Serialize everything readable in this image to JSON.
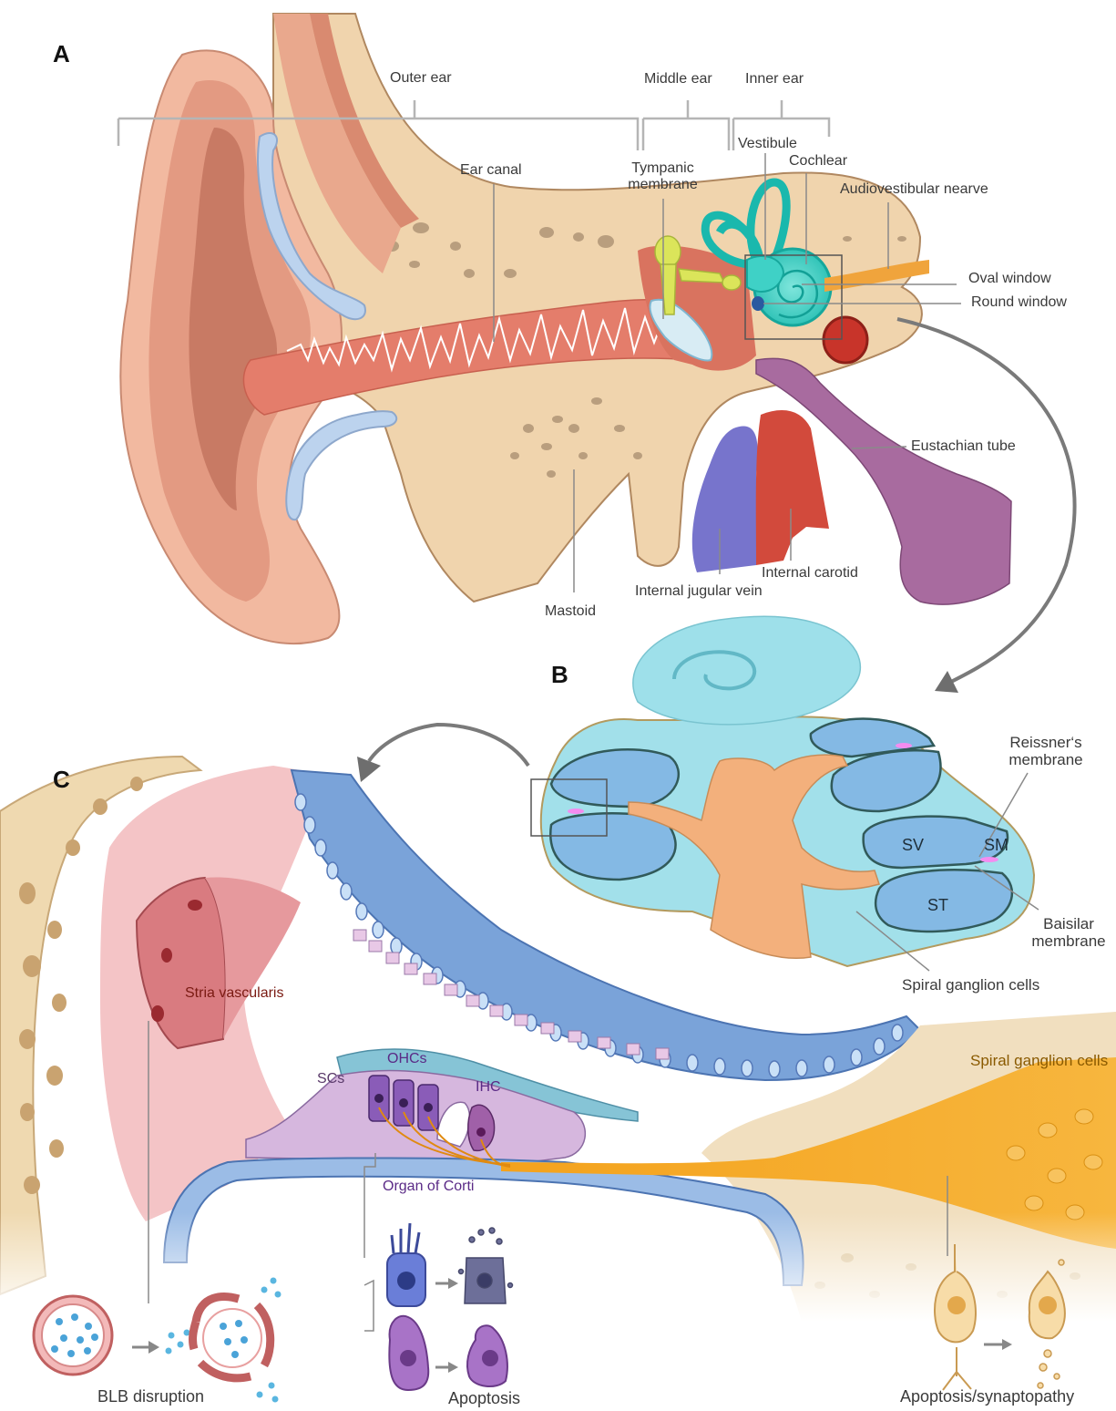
{
  "panels": {
    "a": "A",
    "b": "B",
    "c": "C"
  },
  "panel_a": {
    "outer_ear": "Outer ear",
    "middle_ear": "Middle ear",
    "inner_ear": "Inner ear",
    "ear_canal": "Ear canal",
    "tympanic_membrane": [
      "Tympanic",
      "membrane"
    ],
    "vestibule": "Vestibule",
    "cochlear": "Cochlear",
    "audiovestibular_nerve": "Audiovestibular nearve",
    "oval_window": "Oval window",
    "round_window": "Round window",
    "eustachian_tube": "Eustachian tube",
    "internal_carotid": "Internal carotid",
    "internal_jugular_vein": "Internal jugular vein",
    "mastoid": "Mastoid"
  },
  "panel_b": {
    "reissners_membrane": [
      "Reissner‘s",
      "membrane"
    ],
    "sv": "SV",
    "sm": "SM",
    "st": "ST",
    "basilar_membrane": [
      "Baisilar",
      "membrane"
    ],
    "spiral_ganglion_cells": "Spiral ganglion cells"
  },
  "panel_c": {
    "stria_vascularis": "Stria vascularis",
    "ohcs": "OHCs",
    "scs": "SCs",
    "ihc": "IHC",
    "organ_of_corti": "Organ of Corti",
    "spiral_ganglion_cells": "Spiral ganglion cells",
    "blb_disruption": "BLB disruption",
    "apoptosis": "Apoptosis",
    "apoptosis_synaptopathy": "Apoptosis/synaptopathy"
  },
  "colors": {
    "skin": "#f2b9a0",
    "bone": "#f1d9b3",
    "canal": "#e57c6c",
    "cochlea": "#3fd1c6",
    "fluid": "#8fd6e3",
    "nerve": "#f5a623",
    "jugular": "#7a72cc",
    "carotid": "#d24a3c",
    "eustachian": "#a76b9e",
    "stria_label": "#7a1a12",
    "corti_label": "#5a2a86",
    "ganglion_label": "#8a5a00"
  }
}
